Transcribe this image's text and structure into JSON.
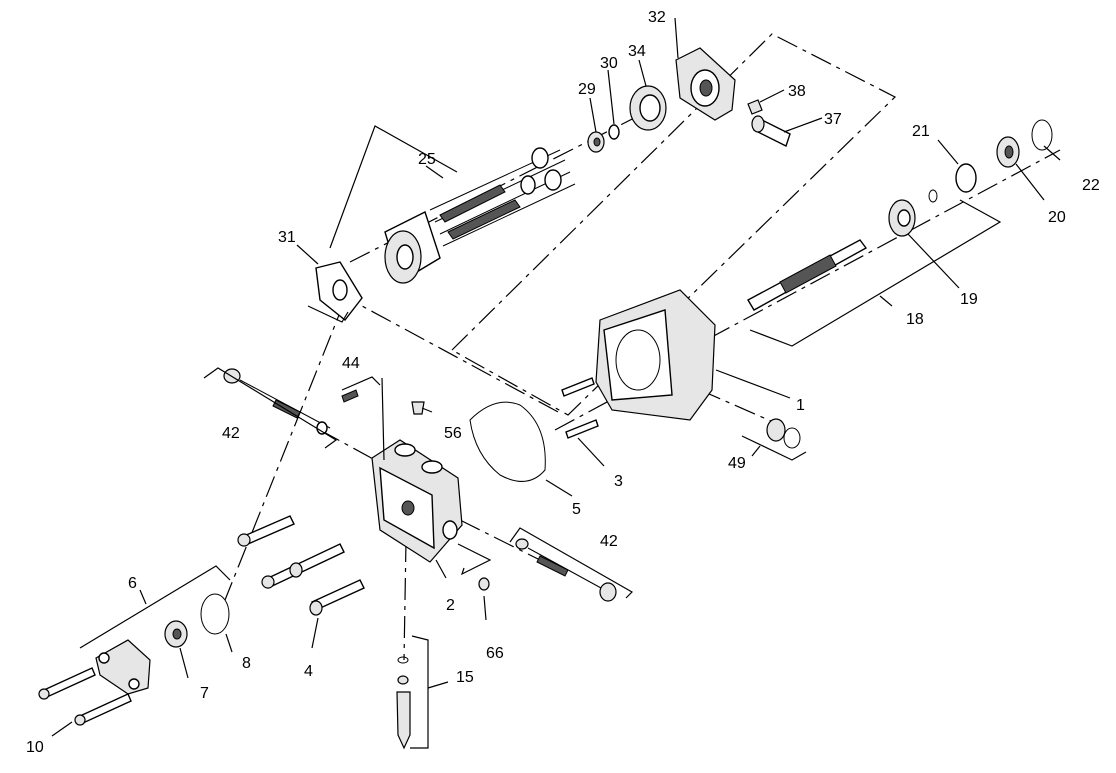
{
  "callouts": {
    "c1": "1",
    "c2": "2",
    "c3": "3",
    "c4": "4",
    "c5": "5",
    "c6": "6",
    "c7": "7",
    "c8": "8",
    "c10": "10",
    "c15": "15",
    "c18": "18",
    "c19": "19",
    "c20": "20",
    "c21": "21",
    "c22": "22",
    "c25": "25",
    "c29": "29",
    "c30": "30",
    "c31": "31",
    "c32": "32",
    "c34": "34",
    "c37": "37",
    "c38": "38",
    "c42a": "42",
    "c42b": "42",
    "c44": "44",
    "c49": "49",
    "c56": "56",
    "c66": "66"
  }
}
